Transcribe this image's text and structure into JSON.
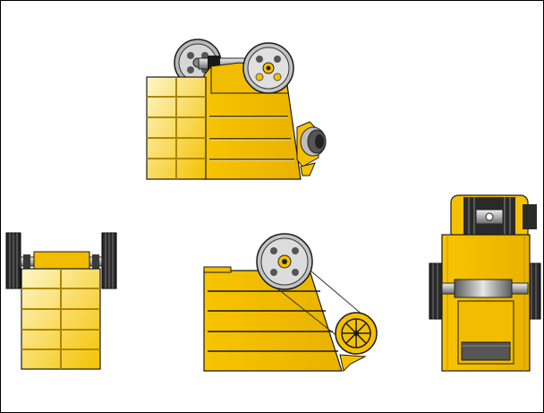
{
  "diagram": {
    "subject": "jaw crusher",
    "views": [
      {
        "id": "isometric"
      },
      {
        "id": "front"
      },
      {
        "id": "side"
      },
      {
        "id": "rear"
      }
    ]
  },
  "colors": {
    "body": "#f5c000",
    "body_shade": "#e0a800",
    "highlight": "#fff2b0",
    "outline": "#1a1a1a",
    "steel_light": "#d8d8d8",
    "steel_mid": "#9a9a9a",
    "steel_dark": "#3a3a3a",
    "belt": "#333333",
    "frame": "#000000",
    "background": "#ffffff"
  }
}
